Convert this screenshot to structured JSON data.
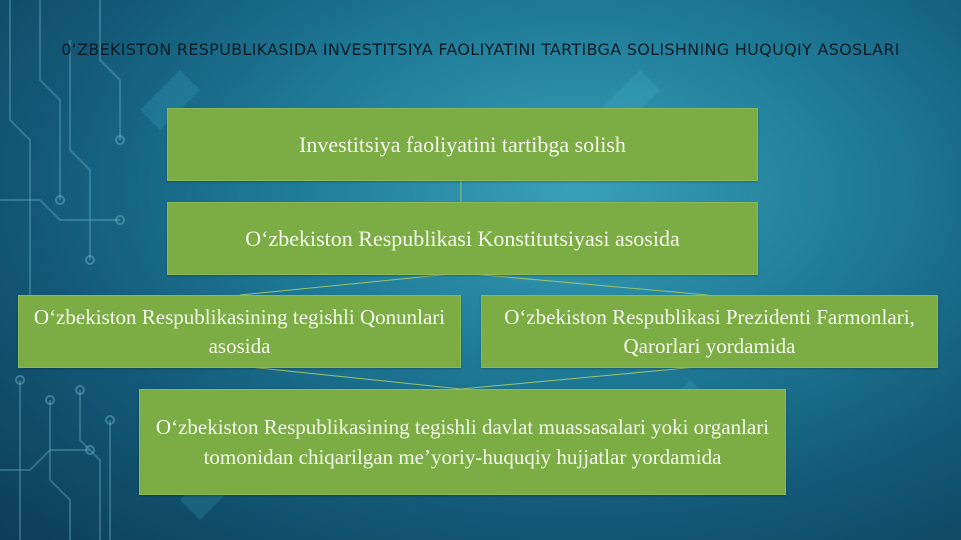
{
  "title": "0‘ZBEKISTON RESPUBLIKASIDA INVESTITSIYA FAOLIYATINI TARTIBGA SOLISHNING HUQUQIY ASOSLARI",
  "colors": {
    "box_fill": "#7cac44",
    "box_text": "#f4f7ee",
    "title_text": "#0d1b24",
    "background": "#1f7c98"
  },
  "diagram": {
    "nodes": [
      {
        "id": "n1",
        "label": "Investitsiya faoliyatini tartibga solish"
      },
      {
        "id": "n2",
        "label": "O‘zbekiston Respublikasi Konstitutsiyasi asosida"
      },
      {
        "id": "n3",
        "label": "O‘zbekiston Respublikasining tegishli Qonunlari asosida"
      },
      {
        "id": "n4",
        "label": "O‘zbekiston Respublikasi Prezidenti Farmonlari, Qarorlari  yordamida"
      },
      {
        "id": "n5",
        "label": "O‘zbekiston Respublikasining tegishli davlat muassasalari yoki organlari tomonidan chiqarilgan me’yoriy-huquqiy hujjatlar yordamida"
      }
    ],
    "edges": [
      {
        "from": "n1",
        "to": "n2"
      },
      {
        "from": "n2",
        "to": "n3"
      },
      {
        "from": "n2",
        "to": "n4"
      },
      {
        "from": "n3",
        "to": "n5"
      },
      {
        "from": "n4",
        "to": "n5"
      }
    ]
  }
}
